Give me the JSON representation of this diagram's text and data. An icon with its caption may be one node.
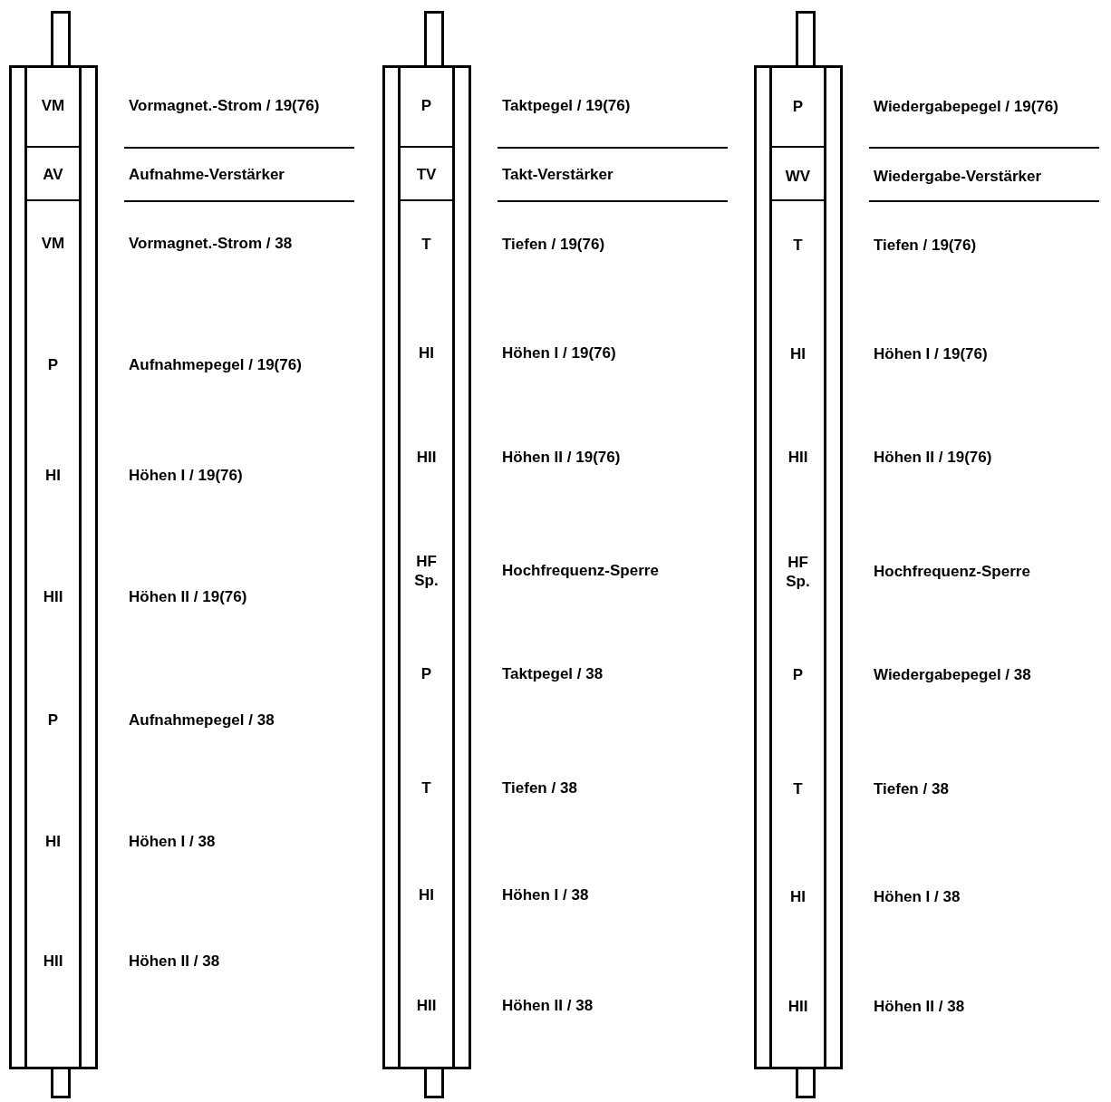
{
  "diagram": {
    "nodes": [
      {
        "text": [],
        "shape": "box"
      },
      {
        "text": [
          "VM"
        ],
        "in": 0,
        "beside": [
          "Vormagnet.-Strom / 19(76)"
        ]
      },
      {
        "text": [
          "AV"
        ],
        "in": 0,
        "beside": [
          "Aufnahme-Verstärker"
        ]
      },
      {
        "text": [
          "VM",
          "P",
          "HI",
          "HII",
          "P",
          "HI",
          "HII"
        ],
        "in": 0,
        "beside": [
          "Vormagnet.-Strom / 38",
          "Aufnahmepegel / 19(76)",
          "Höhen I / 19(76)",
          "Höhen II / 19(76)",
          "Aufnahmepegel / 38",
          "Höhen I / 38",
          "Höhen II / 38"
        ]
      },
      {
        "text": [],
        "shape": "box"
      },
      {
        "text": [
          "P"
        ],
        "in": 4,
        "beside": [
          "Taktpegel / 19(76)"
        ]
      },
      {
        "text": [
          "TV"
        ],
        "in": 4,
        "beside": [
          "Takt-Verstärker"
        ]
      },
      {
        "text": [
          "T",
          "HI",
          "HII",
          "HF Sp.",
          "P",
          "T",
          "HI",
          "HII"
        ],
        "in": 4,
        "beside": [
          "Tiefen / 19(76)",
          "Höhen I / 19(76)",
          "Höhen II / 19(76)",
          "Hochfrequenz-Sperre",
          "Taktpegel / 38",
          "Tiefen / 38",
          "Höhen I / 38",
          "Höhen II / 38"
        ]
      },
      {
        "text": [],
        "shape": "box"
      },
      {
        "text": [
          "P"
        ],
        "in": 8,
        "beside": [
          "Wiedergabepegel / 19(76)"
        ]
      },
      {
        "text": [
          "WV"
        ],
        "in": 8,
        "beside": [
          "Wiedergabe-Verstärker"
        ]
      },
      {
        "text": [
          "T",
          "HI",
          "HII",
          "HF Sp.",
          "P",
          "T",
          "HI",
          "HII"
        ],
        "in": 8,
        "beside": [
          "Tiefen / 19(76)",
          "Höhen I / 19(76)",
          "Höhen II / 19(76)",
          "Hochfrequenz-Sperre",
          "Wiedergabepegel / 38",
          "Tiefen / 38",
          "Höhen I / 38",
          "Höhen II / 38"
        ]
      }
    ]
  }
}
